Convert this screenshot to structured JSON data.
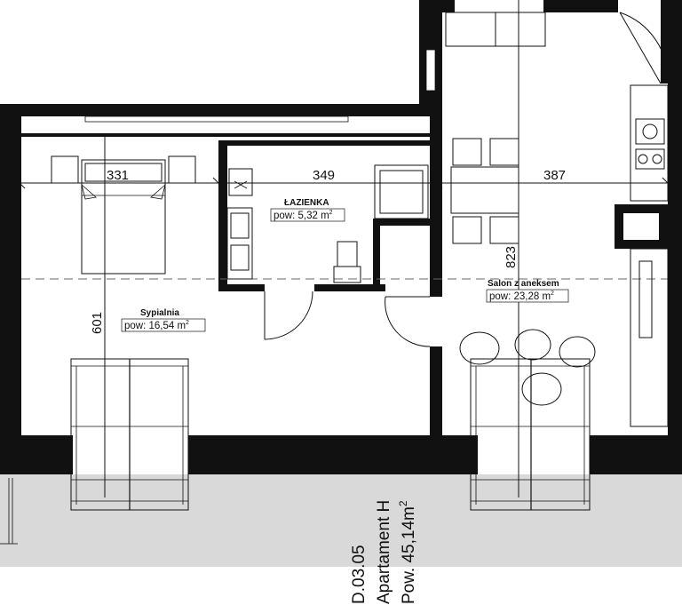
{
  "dimensions": {
    "bedroom_width": "331",
    "bathroom_width": "349",
    "living_width": "387",
    "bedroom_depth": "601",
    "living_depth": "823"
  },
  "rooms": {
    "bathroom": {
      "name": "ŁAZIENKA",
      "area": "pow: 5,32 m",
      "area_sup": "2"
    },
    "bedroom": {
      "name": "Sypialnia",
      "area": "pow: 16,54 m",
      "area_sup": "2"
    },
    "living": {
      "name": "Salon z aneksem",
      "area": "pow: 23,28 m",
      "area_sup": "2"
    }
  },
  "apartment": {
    "code": "D.03.05",
    "name": "Apartament H",
    "area": "Pow. 45,14m",
    "area_sup": "2"
  }
}
